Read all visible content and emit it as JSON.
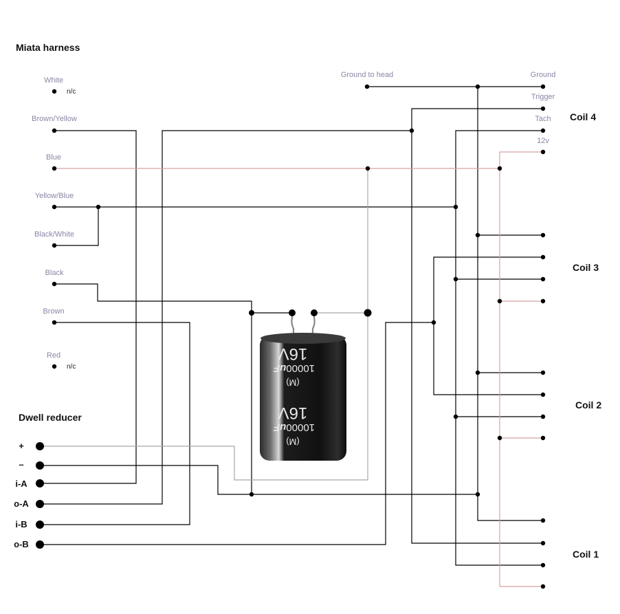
{
  "headings": {
    "harness": "Miata harness",
    "dwell": "Dwell reducer"
  },
  "harness_wires": [
    {
      "label": "White",
      "note": "n/c"
    },
    {
      "label": "Brown/Yellow"
    },
    {
      "label": "Blue"
    },
    {
      "label": "Yellow/Blue"
    },
    {
      "label": "Black/White"
    },
    {
      "label": "Black"
    },
    {
      "label": "Brown"
    },
    {
      "label": "Red",
      "note": "n/c"
    }
  ],
  "dwell_terminals": [
    "+",
    "–",
    "i-A",
    "o-A",
    "i-B",
    "o-B"
  ],
  "top_labels": {
    "ground_to_head": "Ground to head",
    "ground": "Ground",
    "trigger": "Trigger",
    "tach": "Tach",
    "v12": "12v"
  },
  "coils": [
    "Coil 4",
    "Coil 3",
    "Coil 2",
    "Coil 1"
  ],
  "capacitor": {
    "text_value": "10000",
    "text_unit": "uF",
    "text_rating": "16V",
    "text_tolerance": "(M)",
    "icon": "electrolytic-capacitor-icon"
  },
  "colors": {
    "wire": "#000000",
    "red_wire": "#d8a0a0",
    "gray_wire": "#a8a8a8",
    "label": "#8a86a6"
  }
}
